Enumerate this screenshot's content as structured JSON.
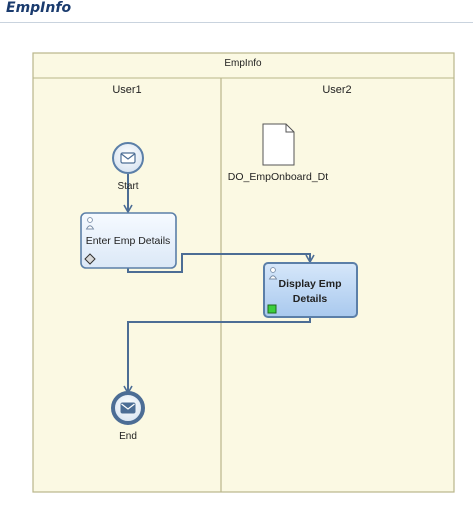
{
  "header": {
    "title": "EmpInfo"
  },
  "pool": {
    "name": "EmpInfo",
    "lanes": [
      {
        "name": "User1"
      },
      {
        "name": "User2"
      }
    ]
  },
  "nodes": {
    "start": {
      "label": "Start",
      "kind": "message-start-event"
    },
    "enter_task": {
      "label": "Enter Emp Details",
      "kind": "user-task"
    },
    "data_object": {
      "label": "DO_EmpOnboard_Dt",
      "kind": "data-object"
    },
    "display_task": {
      "label_line1": "Display Emp",
      "label_line2": "Details",
      "kind": "user-task",
      "selected": true
    },
    "end": {
      "label": "End",
      "kind": "message-end-event"
    }
  },
  "colors": {
    "pool_bg": "#fbf9e3",
    "pool_border": "#b9b68a",
    "flow": "#4c6d95",
    "task_fill": "#eaf2fb",
    "task_selected_fill": "#b8d3f0",
    "task_border": "#5b7fa8"
  }
}
